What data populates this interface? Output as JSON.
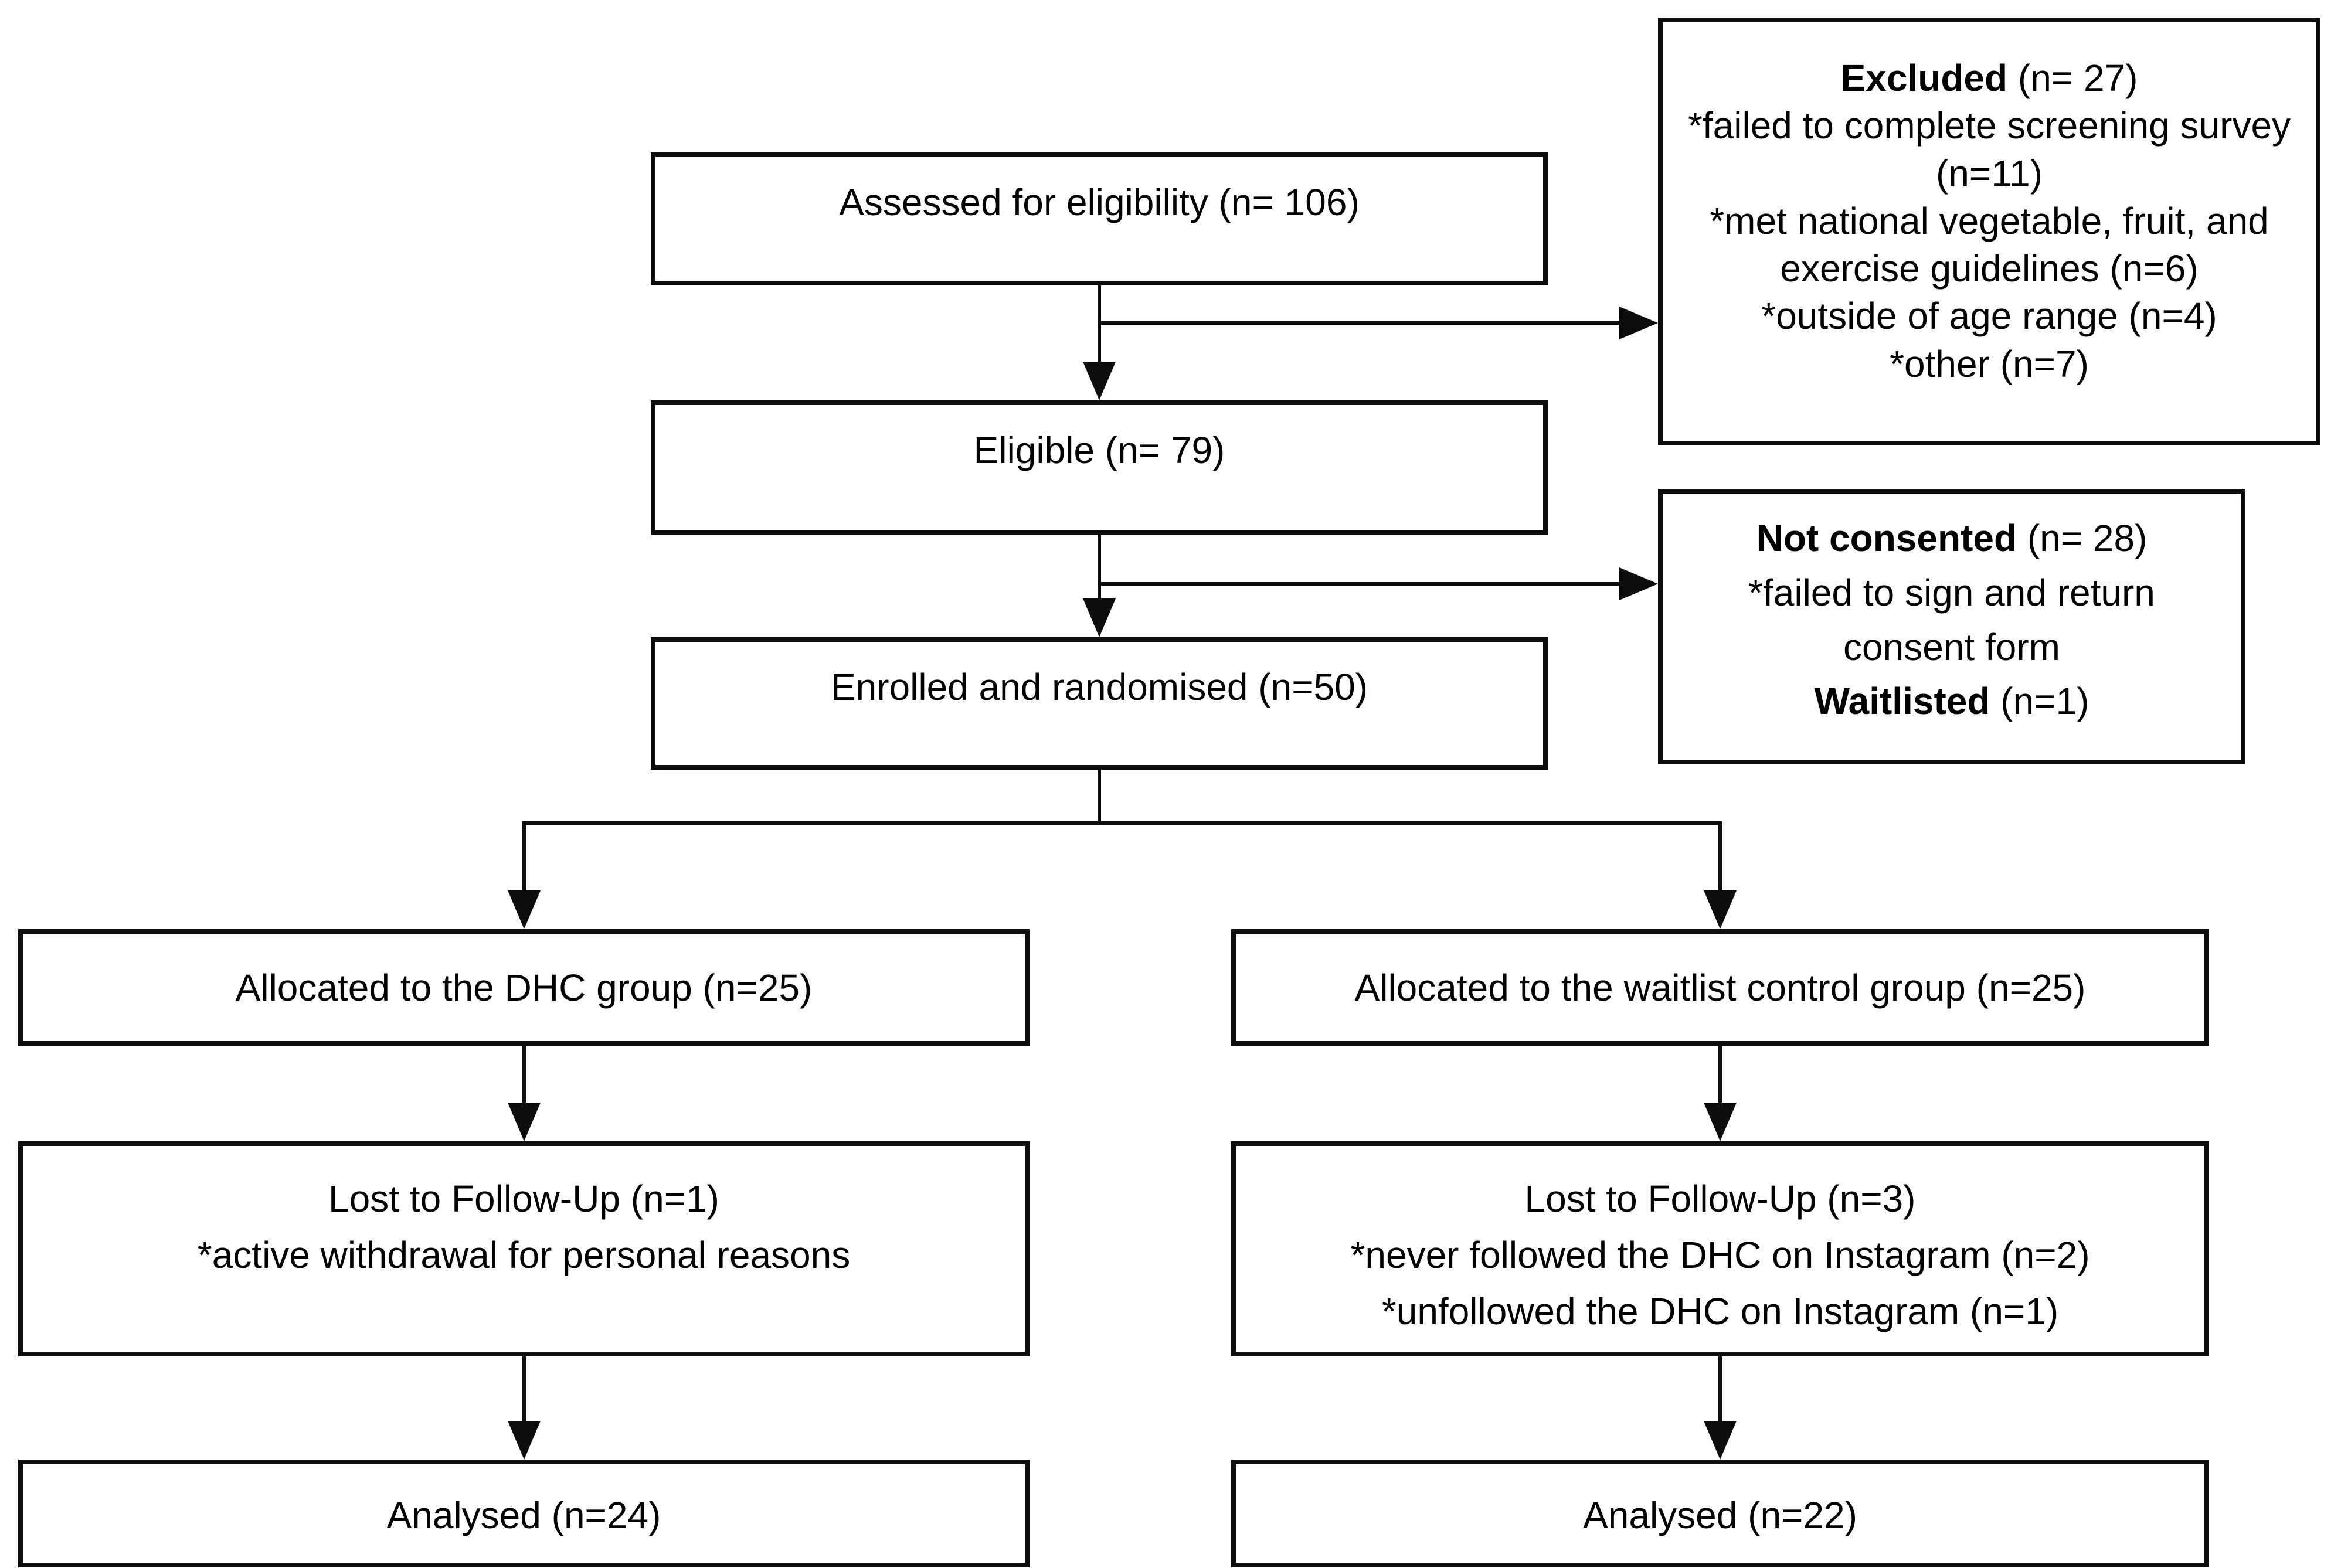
{
  "colors": {
    "background": "#ffffff",
    "box_border": "#0d0d0d",
    "line": "#0d0d0d",
    "text": "#000000"
  },
  "boxes": {
    "assessed": {
      "label": "Assessed for eligibility (n= 106)"
    },
    "excluded": {
      "title": "Excluded",
      "title_suffix": " (n= 27)",
      "reasons": [
        "*failed to complete screening survey (n=11)",
        "*met national vegetable, fruit, and exercise guidelines (n=6)",
        "*outside of age range (n=4)",
        "*other (n=7)"
      ]
    },
    "eligible": {
      "label": "Eligible (n= 79)"
    },
    "not_consented": {
      "title": "Not consented",
      "title_suffix": " (n= 28)",
      "reason": "*failed to sign and return consent form",
      "waitlisted": "Waitlisted",
      "waitlisted_suffix": " (n=1)"
    },
    "enrolled": {
      "label": "Enrolled and randomised (n=50)"
    },
    "allocated_dhc": {
      "label": "Allocated to the DHC group (n=25)"
    },
    "allocated_waitlist": {
      "label": "Allocated to the waitlist control group (n=25)"
    },
    "lost_dhc": {
      "title": "Lost to Follow-Up (n=1)",
      "reasons": [
        "*active withdrawal for personal reasons"
      ]
    },
    "lost_waitlist": {
      "title": "Lost to Follow-Up (n=3)",
      "reasons": [
        "*never followed the DHC on Instagram (n=2)",
        "*unfollowed the DHC on Instagram (n=1)"
      ]
    },
    "analysed_dhc": {
      "label": "Analysed (n=24)"
    },
    "analysed_waitlist": {
      "label": "Analysed (n=22)"
    }
  },
  "edges": [
    {
      "from": "assessed",
      "to": "excluded"
    },
    {
      "from": "assessed",
      "to": "eligible"
    },
    {
      "from": "eligible",
      "to": "not_consented"
    },
    {
      "from": "eligible",
      "to": "enrolled"
    },
    {
      "from": "enrolled",
      "to": "allocated_dhc"
    },
    {
      "from": "enrolled",
      "to": "allocated_waitlist"
    },
    {
      "from": "allocated_dhc",
      "to": "lost_dhc"
    },
    {
      "from": "allocated_waitlist",
      "to": "lost_waitlist"
    },
    {
      "from": "lost_dhc",
      "to": "analysed_dhc"
    },
    {
      "from": "lost_waitlist",
      "to": "analysed_waitlist"
    }
  ]
}
